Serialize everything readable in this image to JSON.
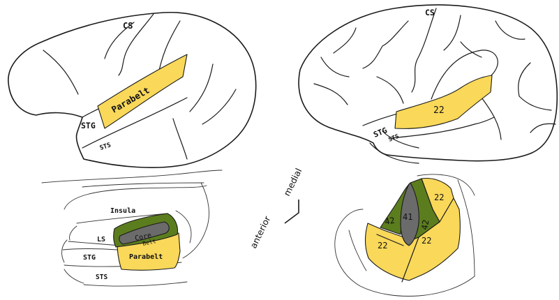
{
  "panels": {
    "monkey_lateral": {
      "labels": {
        "cs": "CS",
        "parabelt": "Parabelt",
        "stg": "STG",
        "sts": "STS"
      }
    },
    "human_lateral": {
      "labels": {
        "cs": "CS",
        "area": "22",
        "stg": "STG",
        "sts": "STS"
      }
    },
    "monkey_supratemporal": {
      "labels": {
        "insula": "Insula",
        "ls": "LS",
        "core": "Core",
        "belt": "Belt",
        "parabelt": "Parabelt",
        "stg": "STG",
        "sts": "STS"
      }
    },
    "orientation": {
      "medial": "medial",
      "anterior": "anterior"
    },
    "human_supratemporal": {
      "labels": {
        "area41": "41",
        "area42_left": "42",
        "area42_right": "42",
        "area22_top_right": "22",
        "area22_left": "22",
        "area22_right": "22"
      }
    }
  },
  "colors": {
    "parabelt_yellow": "#f9d85a",
    "belt_green": "#5c7d1e",
    "core_grey": "#6b6b6b",
    "outline": "#1a1a1a"
  }
}
